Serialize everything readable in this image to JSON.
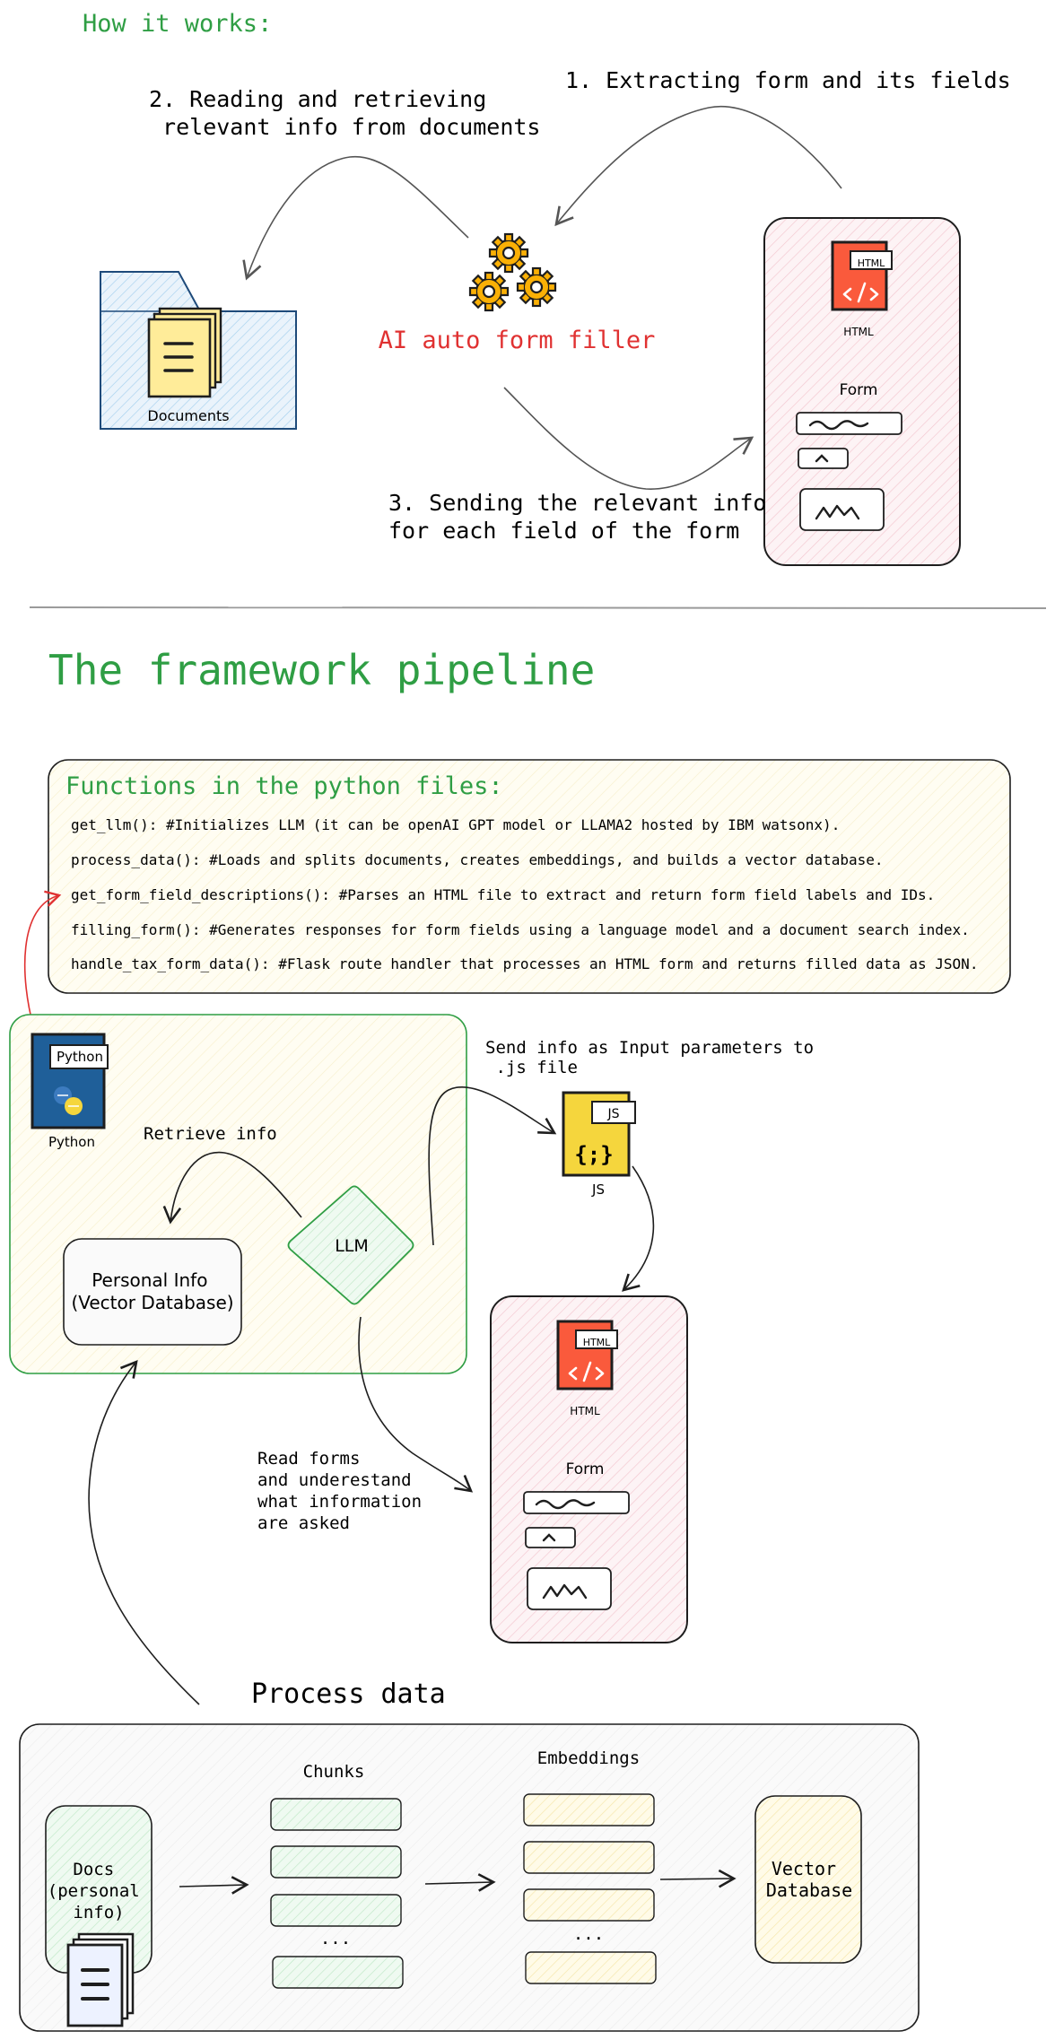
{
  "how": {
    "heading": "How it works:",
    "step2": "2. Reading and retrieving\n relevant info from documents",
    "step1": "1. Extracting form and its fields",
    "step3": "3. Sending the relevant info\nfor each field of the form",
    "center_label": "AI auto form filler",
    "documents_label": "Documents",
    "html_tag": "HTML",
    "html_caption": "HTML",
    "form_label": "Form"
  },
  "pipeline": {
    "title": "The framework pipeline",
    "functions_title": "Functions in the python files:",
    "functions": [
      "get_llm(): #Initializes LLM (it can be openAI GPT model or LLAMA2 hosted by IBM watsonx).",
      "process_data(): #Loads and splits documents, creates embeddings, and builds a vector database.",
      "get_form_field_descriptions(): #Parses an HTML file to extract and return form field labels and IDs.",
      "filling_form(): #Generates responses for form fields using a language model and a document search index.",
      "handle_tax_form_data(): #Flask route handler that processes an HTML form and returns filled data as JSON."
    ],
    "python_tag": "Python",
    "python_caption": "Python",
    "retrieve_info": "Retrieve info",
    "llm": "LLM",
    "personal_info": "Personal Info\n(Vector Database)",
    "send_info": "Send info as Input parameters to\n .js file",
    "js_tag": "JS",
    "js_caption": "JS",
    "read_forms": "Read forms\nand underestand\nwhat information\nare asked",
    "html_tag": "HTML",
    "html_caption": "HTML",
    "form_label": "Form"
  },
  "process": {
    "title": "Process data",
    "docs": "Docs\n(personal\ninfo)",
    "chunks": "Chunks",
    "embeddings": "Embeddings",
    "ellipsis": "...",
    "vector_db": "Vector\nDatabase"
  },
  "colors": {
    "green": "#2f9e44",
    "red": "#e03131",
    "html_orange": "#fa5a3c",
    "doc_yellow": "#ffec99",
    "js_yellow": "#f5d63d",
    "python_blue": "#1f5f99"
  }
}
